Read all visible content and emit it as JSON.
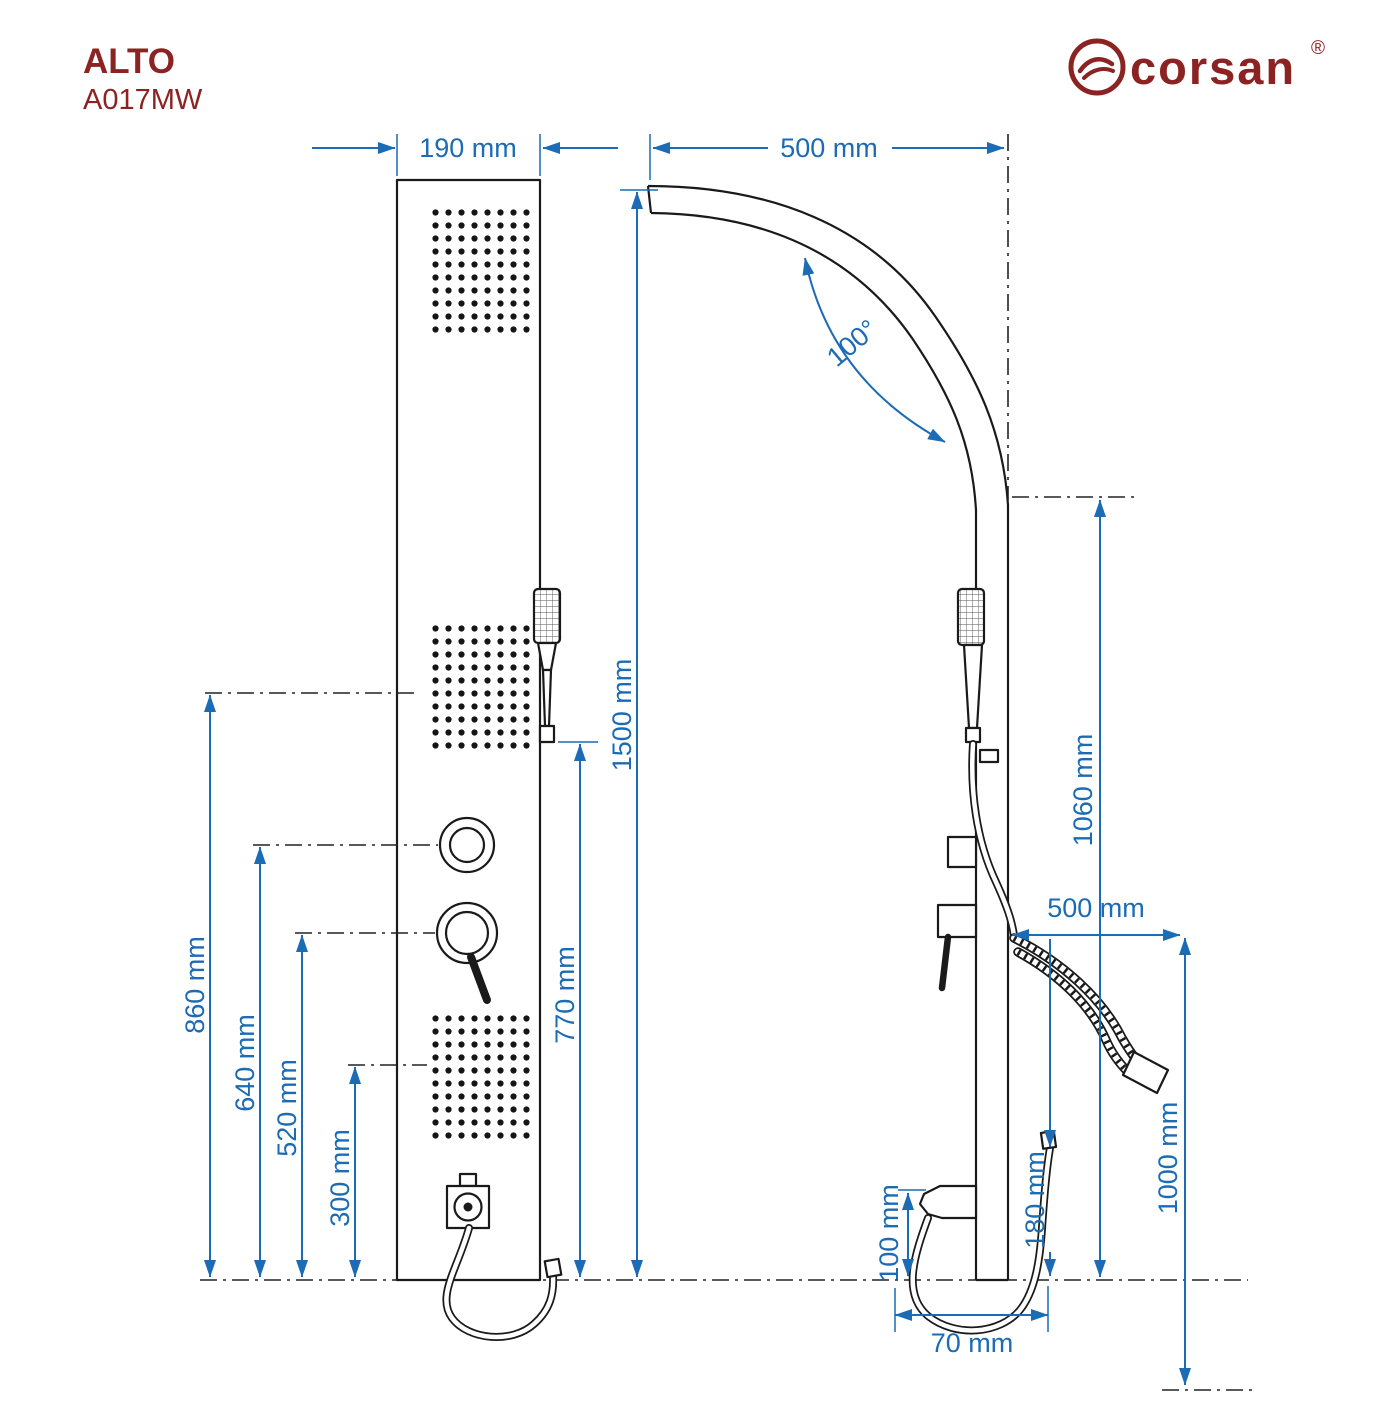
{
  "header": {
    "product_name": "ALTO",
    "product_code": "A017MW"
  },
  "brand": {
    "name": "corsan",
    "registered_mark": "®"
  },
  "colors": {
    "brand_maroon": "#8B2322",
    "dimension_blue": "#1B6BB5",
    "drawing_black": "#1A1A1A",
    "background": "#FFFFFF"
  },
  "dimensions": {
    "front_view": {
      "panel_width": "190 mm",
      "total_height": "1500 mm",
      "hand_shower_height": "770 mm",
      "upper_jets_height": "860 mm",
      "top_knob_height": "640 mm",
      "bottom_knob_height": "520 mm",
      "lower_jets_height": "300 mm"
    },
    "side_view": {
      "arm_projection": "500 mm",
      "arm_angle": "100°",
      "panel_mount_height": "1060 mm",
      "hose_reach": "500 mm",
      "hose_drop_height": "1000 mm",
      "spout_clearance": "180 mm",
      "spout_height": "100 mm",
      "spout_projection": "70 mm"
    }
  }
}
